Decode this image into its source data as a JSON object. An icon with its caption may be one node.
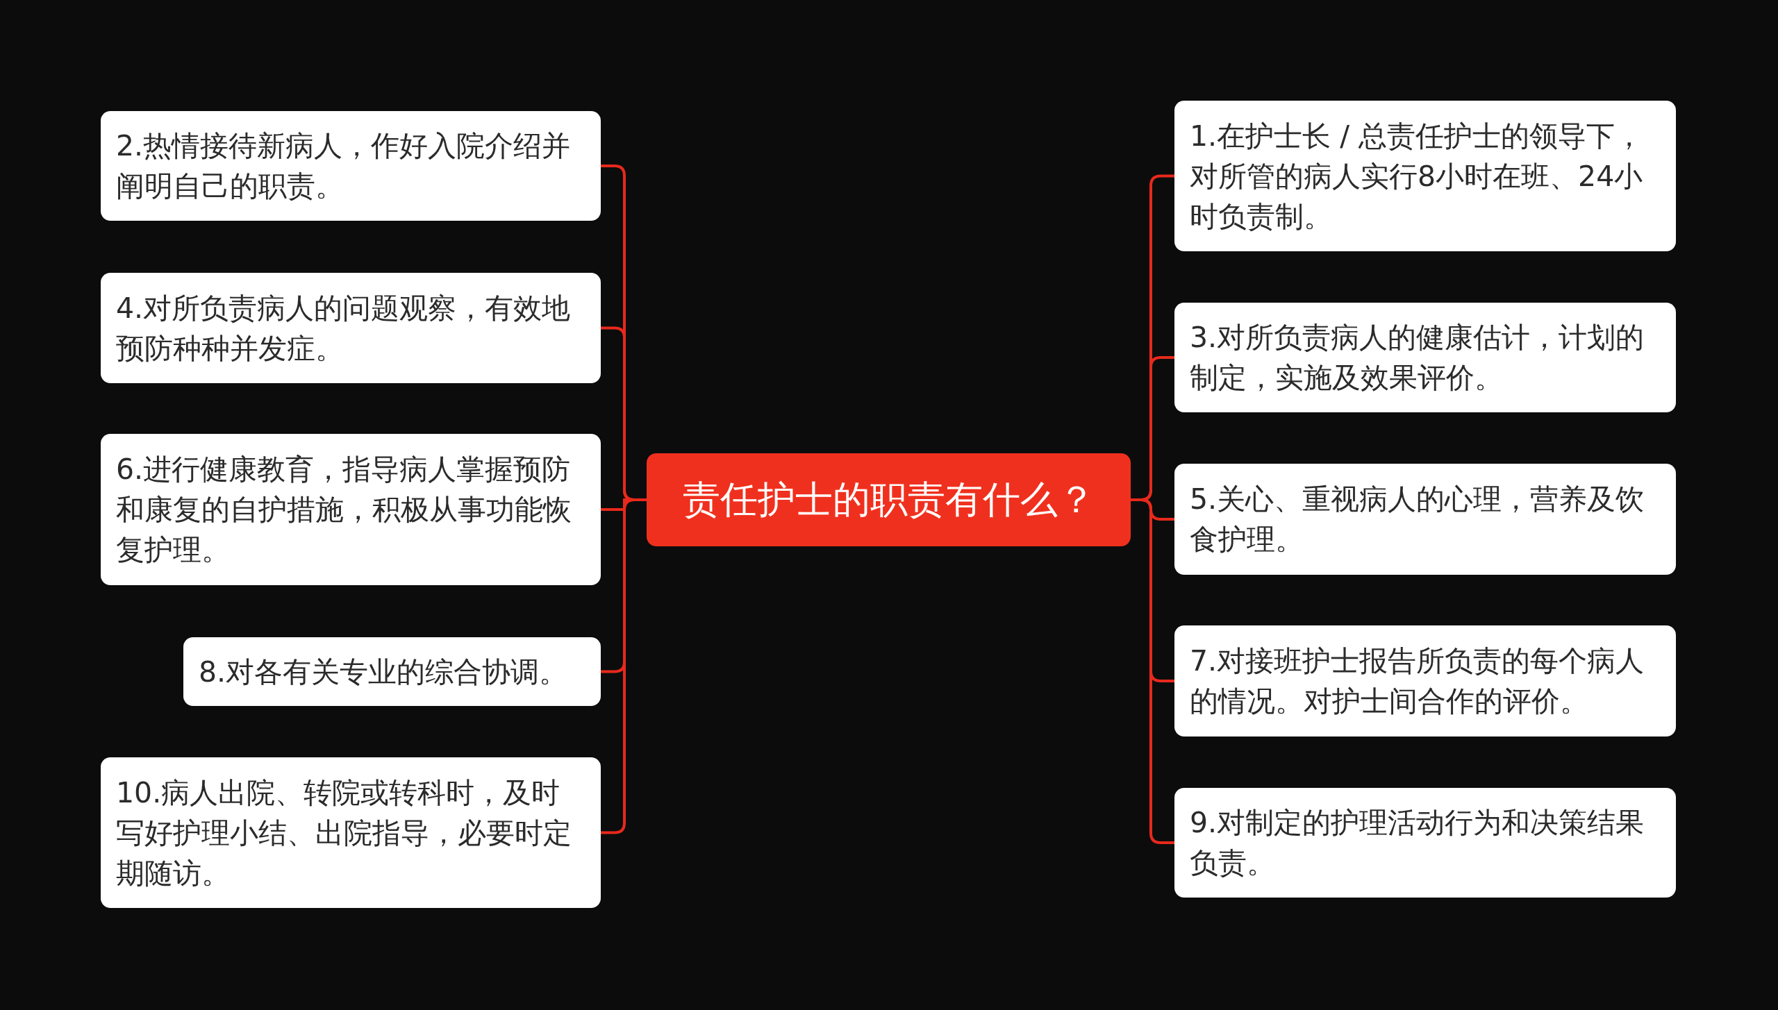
{
  "diagram": {
    "nodes": [
      {
        "text": [
          "责任护士的职责有什么？"
        ]
      },
      {
        "text": [
          "1.在护士长 / 总责任护士的领导下，对所管的病人实行8小时在班、24小时负责制。"
        ]
      },
      {
        "text": [
          "2.热情接待新病人，作好入院介绍并阐明自己的职责。"
        ]
      },
      {
        "text": [
          "3.对所负责病人的健康估计，计划的制定，实施及效果评价。"
        ]
      },
      {
        "text": [
          "4.对所负责病人的问题观察，有效地预防种种并发症。"
        ]
      },
      {
        "text": [
          "5.关心、重视病人的心理，营养及饮食护理。"
        ]
      },
      {
        "text": [
          "6.进行健康教育，指导病人掌握预防和康复的自护措施，积极从事功能恢复护理。"
        ]
      },
      {
        "text": [
          "7.对接班护士报告所负责的每个病人的情况。对护士间合作的评价。"
        ]
      },
      {
        "text": [
          "8.对各有关专业的综合协调。"
        ]
      },
      {
        "text": [
          "9.对制定的护理活动行为和决策结果负责。"
        ]
      },
      {
        "text": [
          "10.病人出院、转院或转科时，及时写好护理小结、出院指导，必要时定期随访。"
        ]
      }
    ],
    "edges": [
      {
        "from": 0,
        "to": 1,
        "arrow": "none"
      },
      {
        "from": 0,
        "to": 2,
        "arrow": "none"
      },
      {
        "from": 0,
        "to": 3,
        "arrow": "none"
      },
      {
        "from": 0,
        "to": 4,
        "arrow": "none"
      },
      {
        "from": 0,
        "to": 5,
        "arrow": "none"
      },
      {
        "from": 0,
        "to": 6,
        "arrow": "none"
      },
      {
        "from": 0,
        "to": 7,
        "arrow": "none"
      },
      {
        "from": 0,
        "to": 8,
        "arrow": "none"
      },
      {
        "from": 0,
        "to": 9,
        "arrow": "none"
      },
      {
        "from": 0,
        "to": 10,
        "arrow": "none"
      }
    ]
  }
}
